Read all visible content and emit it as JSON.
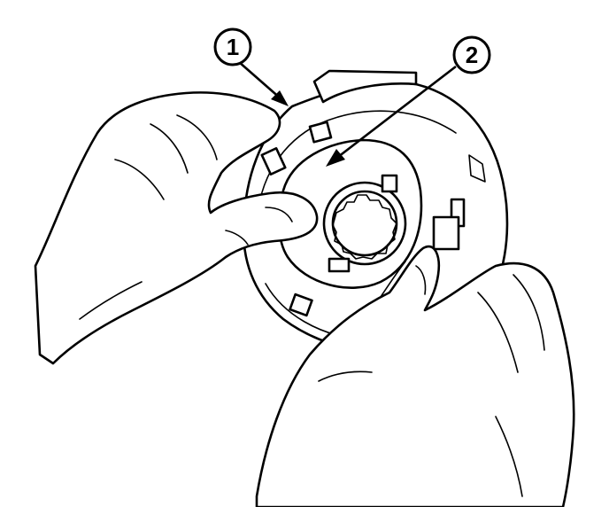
{
  "callouts": [
    {
      "id": 1,
      "label": "1"
    },
    {
      "id": 2,
      "label": "2"
    }
  ],
  "colors": {
    "ink": "#000000",
    "paper": "#ffffff"
  }
}
